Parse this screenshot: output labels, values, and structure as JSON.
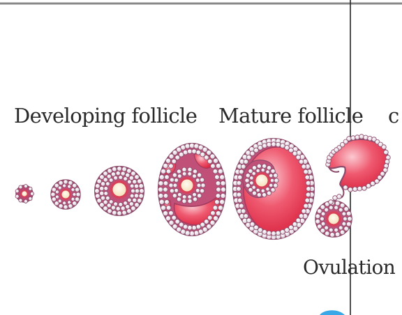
{
  "labels": {
    "developing": "Developing follicle",
    "mature": "Mature follicle",
    "cutoff": "c",
    "ovulation": "Ovulation"
  },
  "colors": {
    "granulosa_cell": "#ece6ec",
    "cell_outline": "#8c4a6a",
    "follicle_wall": "#b74870",
    "antrum": "#e8344a",
    "antrum_light": "#f7a8b4",
    "oocyte": "#fff3d8",
    "zona": "#d9405a",
    "guide_line": "#222222"
  }
}
